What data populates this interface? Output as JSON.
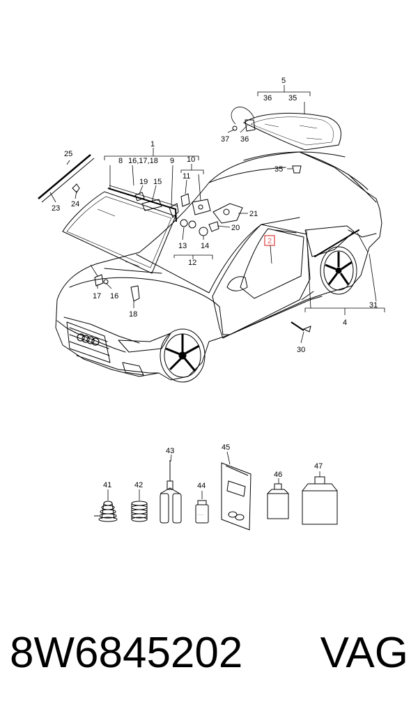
{
  "callouts": {
    "c1": "1",
    "c2": "2",
    "c4": "4",
    "c5": "5",
    "c8": "8",
    "c9": "9",
    "c10": "10",
    "c11": "11",
    "c12": "12",
    "c13": "13",
    "c14": "14",
    "c15": "15",
    "c16": "16",
    "c161718": "16,17,18",
    "c17": "17",
    "c18": "18",
    "c19": "19",
    "c20": "20",
    "c21": "21",
    "c23": "23",
    "c24": "24",
    "c25": "25",
    "c30": "30",
    "c31": "31",
    "c35": "35",
    "c35b": "35",
    "c36": "36",
    "c36b": "36",
    "c37": "37",
    "c41": "41",
    "c42": "42",
    "c43": "43",
    "c44": "44",
    "c45": "45",
    "c46": "46",
    "c47": "47"
  },
  "highlight": {
    "part": "2",
    "color": "#e06060"
  },
  "part_number": "8W6845202",
  "brand": "VAG"
}
